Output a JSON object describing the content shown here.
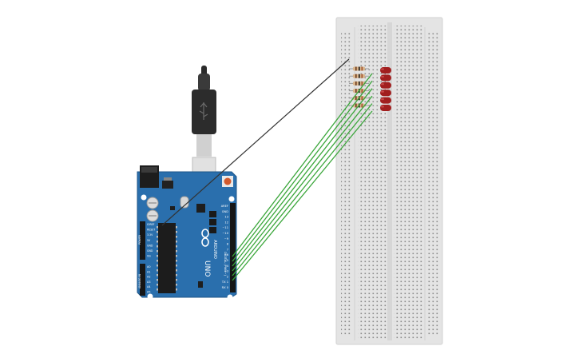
{
  "board": {
    "brand": "ARDUINO",
    "model": "UNO",
    "icon": "infinity-logo-icon",
    "header_top_labels": [
      "AREF",
      "GND",
      "13",
      "12",
      "~11",
      "~10",
      "~9",
      "8",
      "7",
      "~6",
      "~5",
      "4",
      "~3",
      "2",
      "TX 1",
      "RX 0"
    ],
    "power_labels": [
      "IOREF",
      "RESET",
      "3.3V",
      "5V",
      "GND",
      "GND",
      "Vin"
    ],
    "analog_labels": [
      "A0",
      "A1",
      "A2",
      "A3",
      "A4",
      "A5"
    ],
    "side_text_digital": "DIGITAL (PWM~)",
    "side_text_power": "POWER",
    "side_text_analog": "ANALOG IN",
    "color": "#2a6fad"
  },
  "usb_cable": {
    "color": "#2b2b2b",
    "icon": "usb-cable-icon"
  },
  "breadboard": {
    "color": "#e2e2e2",
    "hole_color": "#8a8a8a"
  },
  "components": {
    "resistor_count": 6,
    "led_count": 6,
    "led_color": "#a11f1f",
    "resistor_color": "#d9b48a"
  },
  "wires": {
    "signal_color": "#3aa63a",
    "ground_color": "#333333",
    "signal_wire_count": 6
  }
}
